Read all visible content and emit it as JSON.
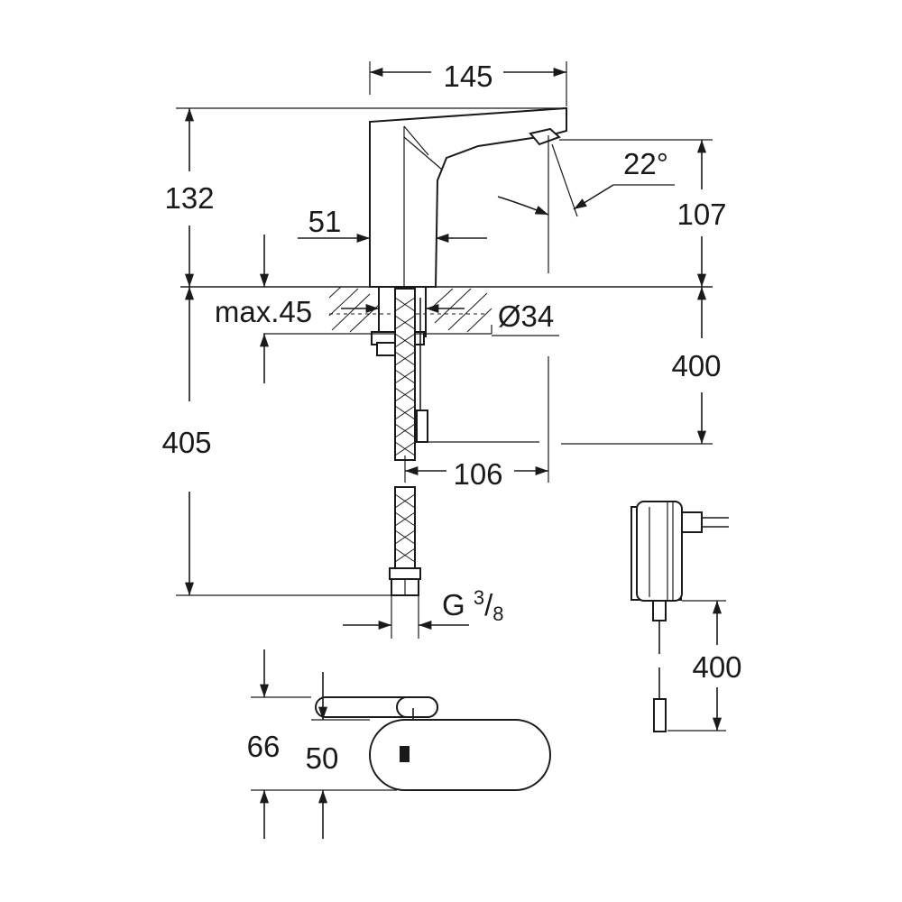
{
  "dimensions": {
    "spout_width": "145",
    "total_height": "132",
    "body_width": "51",
    "spray_angle": "22°",
    "outlet_height": "107",
    "max_thickness": "max.45",
    "hole_diameter": "Ø34",
    "hose_length_top": "400",
    "pipe_length": "405",
    "hose_offset": "106",
    "thread": {
      "prefix": "G ",
      "numerator": "3",
      "slash": "/",
      "denominator": "8"
    },
    "adapter_cable": "400",
    "spout_depth": "66",
    "body_depth": "50"
  }
}
